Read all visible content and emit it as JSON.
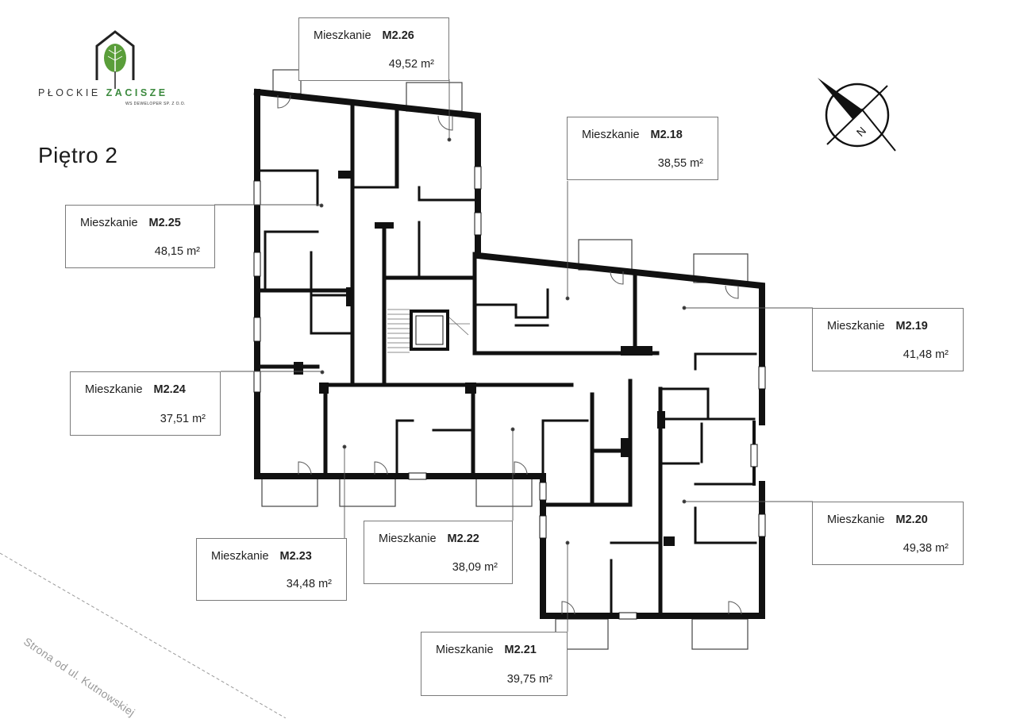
{
  "logo": {
    "brand_left": "PŁOCKIE",
    "brand_right": "ZACISZE",
    "subtitle": "WS DEWELOPER SP. Z O.O."
  },
  "floor_title": "Piętro 2",
  "compass": {
    "letter": "N"
  },
  "street_label": "Strona od ul. Kutnowskiej",
  "apartments": [
    {
      "prefix": "Mieszkanie",
      "code": "M2.26",
      "area": "49,52 m²"
    },
    {
      "prefix": "Mieszkanie",
      "code": "M2.18",
      "area": "38,55 m²"
    },
    {
      "prefix": "Mieszkanie",
      "code": "M2.25",
      "area": "48,15 m²"
    },
    {
      "prefix": "Mieszkanie",
      "code": "M2.19",
      "area": "41,48 m²"
    },
    {
      "prefix": "Mieszkanie",
      "code": "M2.24",
      "area": "37,51 m²"
    },
    {
      "prefix": "Mieszkanie",
      "code": "M2.20",
      "area": "49,38 m²"
    },
    {
      "prefix": "Mieszkanie",
      "code": "M2.23",
      "area": "34,48 m²"
    },
    {
      "prefix": "Mieszkanie",
      "code": "M2.22",
      "area": "38,09 m²"
    },
    {
      "prefix": "Mieszkanie",
      "code": "M2.21",
      "area": "39,75 m²"
    }
  ],
  "colors": {
    "wall": "#111111",
    "leader": "#555555",
    "box_border": "#7a7a7a",
    "brand_green": "#3c8a3e",
    "street": "#9a9a9a"
  }
}
